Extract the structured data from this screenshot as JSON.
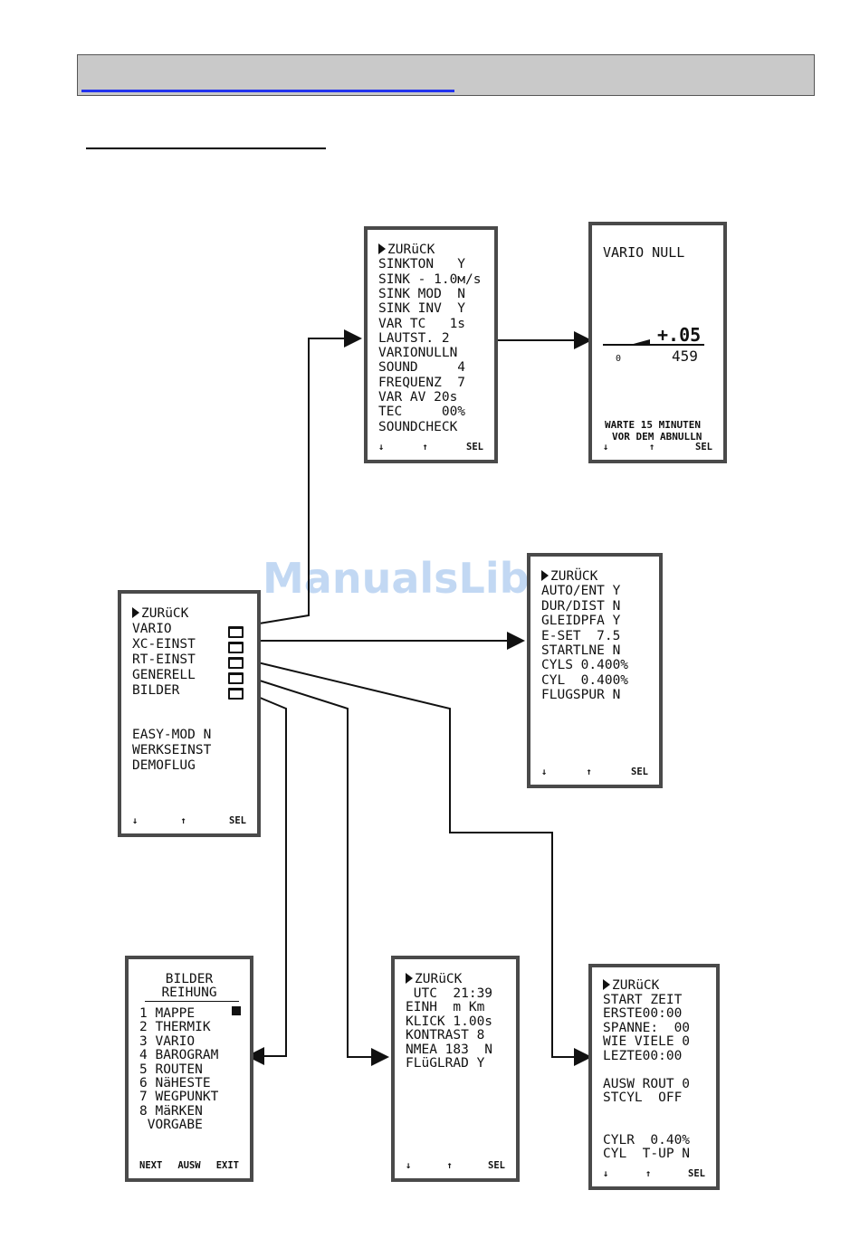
{
  "watermark": "ManualsLib.de",
  "vario_menu": {
    "items": [
      "ZURüCK",
      "SINKTON   Y",
      "SINK - 1.0м/s",
      "SINK MOD  N",
      "SINK INV  Y",
      "VAR TC   1s",
      "LAUTST. 2",
      "VARIONULLN",
      "SOUND     4",
      "FREQUENZ  7",
      "VAR AV 20s",
      "TEC     00%",
      "SOUNDCHECK"
    ],
    "footer": [
      "↓",
      "↑",
      "SEL"
    ]
  },
  "vario_null": {
    "title": "VARIO NULL",
    "value": "+.05",
    "left_zero": "0",
    "reading": "459",
    "message_1": "WARTE 15 MINUTEN",
    "message_2": "VOR DEM ABNULLN",
    "footer": [
      "↓",
      "↑",
      "SEL"
    ]
  },
  "xc_menu": {
    "items": [
      "ZURÜCK",
      "AUTO/ENT Y",
      "DUR/DIST N",
      "GLEIDPFA Y",
      "E-SET  7.5",
      "STARTLNE N",
      "CYLS 0.400%",
      "CYL  0.400%",
      "FLUGSPUR N"
    ],
    "footer": [
      "↓",
      "↑",
      "SEL"
    ]
  },
  "main_menu": {
    "items": [
      "ZURüCK",
      "VARIO",
      "XC-EINST",
      "RT-EINST",
      "GENERELL",
      "BILDER"
    ],
    "extra": [
      "EASY-MOD N",
      "WERKSEINST",
      "DEMOFLUG"
    ],
    "footer": [
      "↓",
      "↑",
      "SEL"
    ]
  },
  "bilder_menu": {
    "title_1": "BILDER",
    "title_2": "REIHUNG",
    "items": [
      "1 MAPPE",
      "2 THERMIK",
      "3 VARIO",
      "4 BAROGRAM",
      "5 ROUTEN",
      "6 NäHESTE",
      "7 WEGPUNKT",
      "8 MäRKEN",
      " VORGABE"
    ],
    "footer": [
      "NEXT",
      "AUSW",
      "EXIT"
    ]
  },
  "generell_menu": {
    "items": [
      "ZURüCK",
      " UTC  21:39",
      "EINH  m Km",
      "KLICK 1.00s",
      "KONTRAST 8",
      "NMEA 183  N",
      "FLüGLRAD Y"
    ],
    "footer": [
      "↓",
      "↑",
      "SEL"
    ]
  },
  "rt_menu": {
    "items": [
      "ZURüCK",
      "START ZEIT",
      "ERSTE00:00",
      "SPANNE:  00",
      "WIE VIELE 0",
      "LEZTE00:00",
      "",
      "AUSW ROUT 0",
      "STCYL  OFF",
      "",
      "",
      "CYLR  0.40%",
      "CYL  T-UP N"
    ],
    "footer": [
      "↓",
      "↑",
      "SEL"
    ]
  }
}
